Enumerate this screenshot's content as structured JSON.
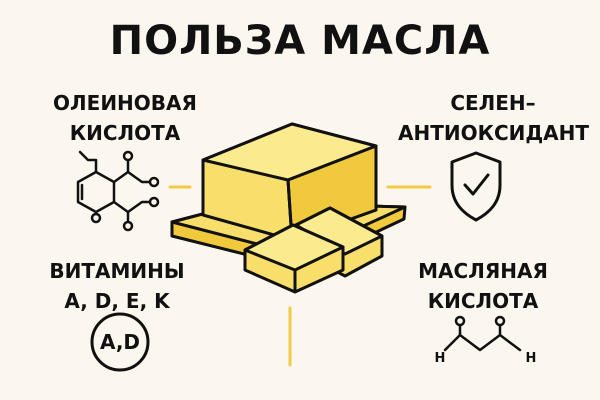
{
  "title": "ПОЛЬЗА МАСЛА",
  "benefits": {
    "oleic": {
      "line1": "ОЛЕИНОВАЯ",
      "line2": "КИСЛОТА"
    },
    "selenium": {
      "line1": "СЕЛЕН–",
      "line2": "АНТИОКСИДАНТ"
    },
    "vitamins": {
      "line1": "ВИТАМИНЫ",
      "line2": "A, D, E, K",
      "badge": "A,D"
    },
    "butyric": {
      "line1": "МАСЛЯНАЯ",
      "line2": "КИСЛОТА",
      "atom": "H"
    }
  },
  "icons": [
    "molecule-icon",
    "shield-check-icon",
    "vitamin-ad-icon",
    "butyric-acid-icon",
    "butter-icon"
  ],
  "colors": {
    "butter": "#F8DE6A",
    "butter_top": "#FCEB8E",
    "butter_side": "#F0C93D",
    "connector": "#F2CA45",
    "background": "#FBF7EE",
    "ink": "#111111"
  }
}
